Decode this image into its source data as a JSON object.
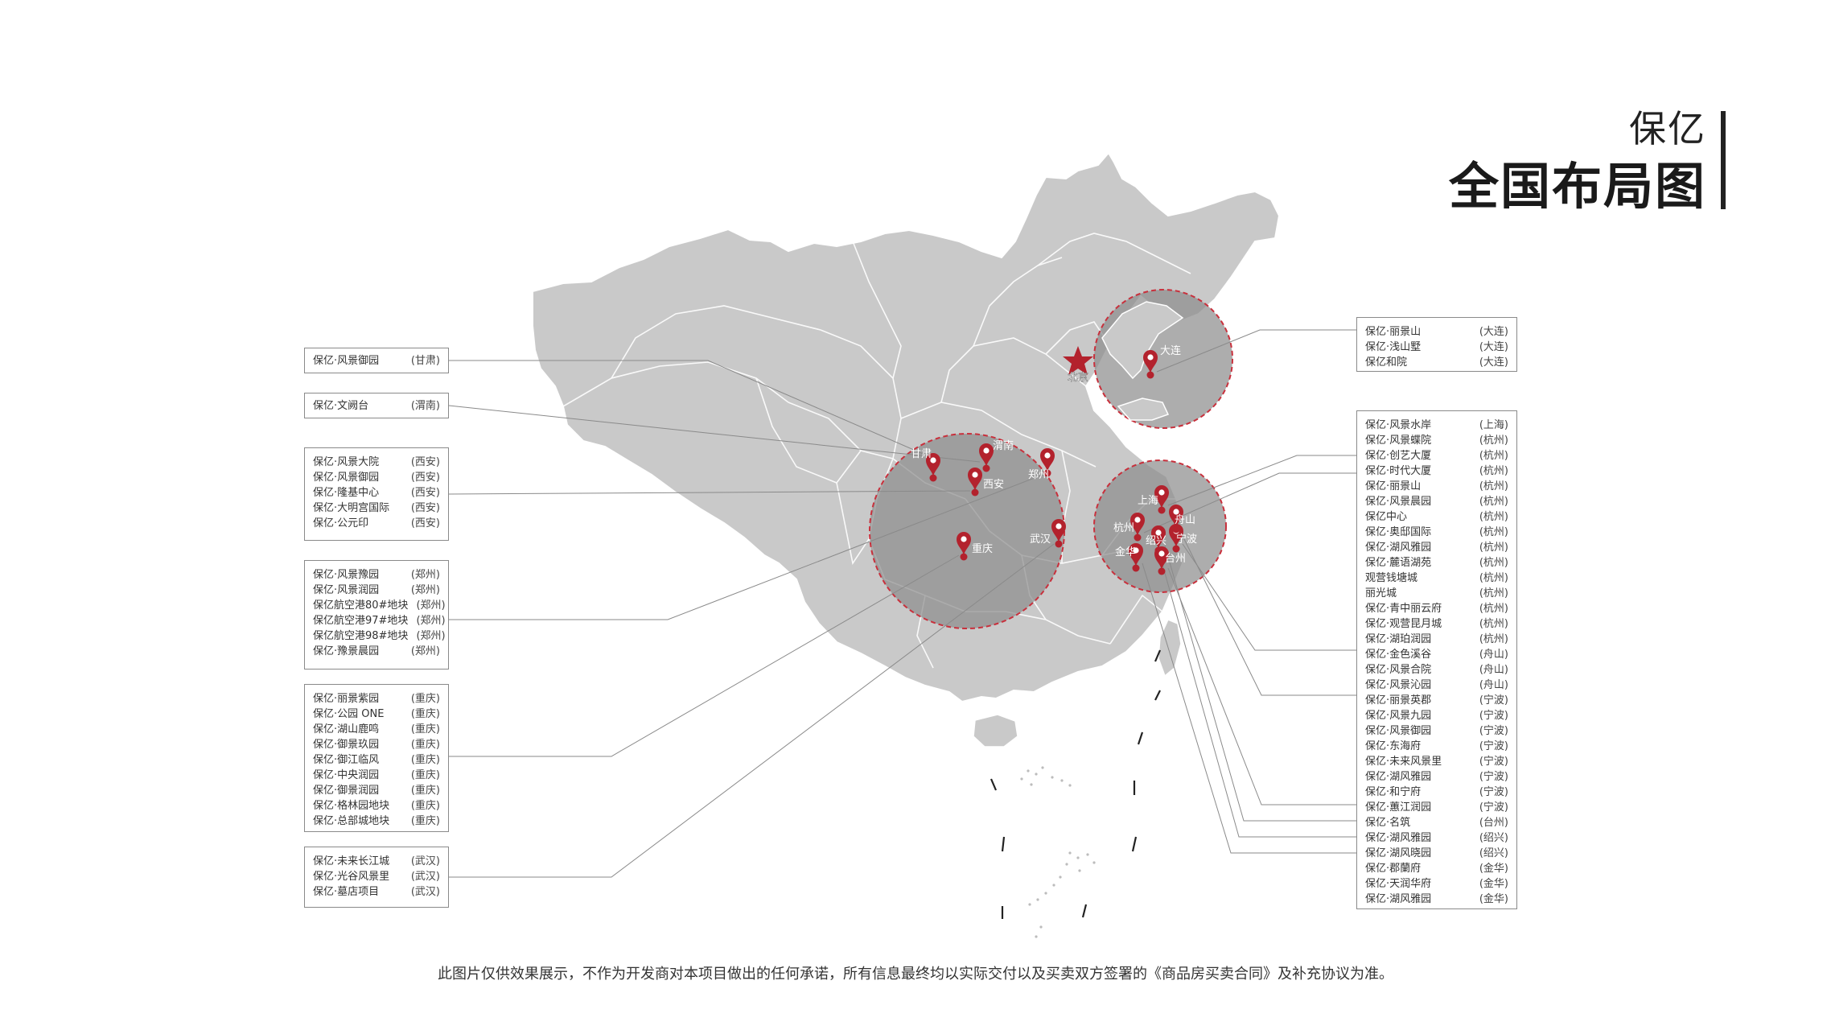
{
  "header": {
    "brand": "保亿",
    "title": "全国布局图"
  },
  "disclaimer": "此图片仅供效果展示，不作为开发商对本项目做出的任何承诺，所有信息最终均以实际交付以及买卖双方签署的《商品房买卖合同》及补充协议为准。",
  "colors": {
    "map_fill": "#c9c9c9",
    "map_stroke": "#ffffff",
    "circle_fill": "#8d8d8d",
    "circle_stroke": "#c8303c",
    "pin": "#b3222d",
    "star": "#b3222d"
  },
  "capital": {
    "name": "北京",
    "icon": "star-icon"
  },
  "cities": [
    {
      "id": "gansu",
      "name": "甘肃"
    },
    {
      "id": "weinan",
      "name": "渭南"
    },
    {
      "id": "xian",
      "name": "西安"
    },
    {
      "id": "zhengzhou",
      "name": "郑州"
    },
    {
      "id": "chongqing",
      "name": "重庆"
    },
    {
      "id": "wuhan",
      "name": "武汉"
    },
    {
      "id": "dalian",
      "name": "大连"
    },
    {
      "id": "shanghai",
      "name": "上海"
    },
    {
      "id": "hangzhou",
      "name": "杭州"
    },
    {
      "id": "shaoxing",
      "name": "绍兴"
    },
    {
      "id": "ningbo",
      "name": "宁波"
    },
    {
      "id": "zhoushan",
      "name": "舟山"
    },
    {
      "id": "jinhua",
      "name": "金华"
    },
    {
      "id": "taizhou",
      "name": "台州"
    }
  ],
  "boxes": [
    {
      "id": "gansu",
      "items": [
        {
          "name": "保亿·风景御园",
          "city": "(甘肃)"
        }
      ]
    },
    {
      "id": "weinan",
      "items": [
        {
          "name": "保亿·文阙台",
          "city": "(渭南)"
        }
      ]
    },
    {
      "id": "xian",
      "items": [
        {
          "name": "保亿·风景大院",
          "city": "(西安)"
        },
        {
          "name": "保亿·风景御园",
          "city": "(西安)"
        },
        {
          "name": "保亿·隆基中心",
          "city": "(西安)"
        },
        {
          "name": "保亿·大明宫国际",
          "city": "(西安)"
        },
        {
          "name": "保亿·公元印",
          "city": "(西安)"
        }
      ]
    },
    {
      "id": "zhengzhou",
      "items": [
        {
          "name": "保亿·风景豫园",
          "city": "(郑州)"
        },
        {
          "name": "保亿·风景润园",
          "city": "(郑州)"
        },
        {
          "name": "保亿航空港80#地块",
          "city": "(郑州)"
        },
        {
          "name": "保亿航空港97#地块",
          "city": "(郑州)"
        },
        {
          "name": "保亿航空港98#地块",
          "city": "(郑州)"
        },
        {
          "name": "保亿·豫景晨园",
          "city": "(郑州)"
        }
      ]
    },
    {
      "id": "chongqing",
      "items": [
        {
          "name": "保亿·丽景紫园",
          "city": "(重庆)"
        },
        {
          "name": "保亿·公园 ONE",
          "city": "(重庆)"
        },
        {
          "name": "保亿·湖山鹿鸣",
          "city": "(重庆)"
        },
        {
          "name": "保亿·御景玖园",
          "city": "(重庆)"
        },
        {
          "name": "保亿·御江临风",
          "city": "(重庆)"
        },
        {
          "name": "保亿·中央润园",
          "city": "(重庆)"
        },
        {
          "name": "保亿·御景润园",
          "city": "(重庆)"
        },
        {
          "name": "保亿·格林园地块",
          "city": "(重庆)"
        },
        {
          "name": "保亿·总部城地块",
          "city": "(重庆)"
        }
      ]
    },
    {
      "id": "wuhan",
      "items": [
        {
          "name": "保亿·未来长江城",
          "city": "(武汉)"
        },
        {
          "name": "保亿·光谷风景里",
          "city": "(武汉)"
        },
        {
          "name": "保亿·墓店项目",
          "city": "(武汉)"
        }
      ]
    },
    {
      "id": "dalian",
      "items": [
        {
          "name": "保亿·丽景山",
          "city": "(大连)"
        },
        {
          "name": "保亿·浅山墅",
          "city": "(大连)"
        },
        {
          "name": "保亿和院",
          "city": "(大连)"
        }
      ]
    },
    {
      "id": "east",
      "items": [
        {
          "name": "保亿·风景水岸",
          "city": "(上海)"
        },
        {
          "name": "保亿·风景蝶院",
          "city": "(杭州)"
        },
        {
          "name": "保亿·创艺大厦",
          "city": "(杭州)"
        },
        {
          "name": "保亿·时代大厦",
          "city": "(杭州)"
        },
        {
          "name": "保亿·丽景山",
          "city": "(杭州)"
        },
        {
          "name": "保亿·风景晨园",
          "city": "(杭州)"
        },
        {
          "name": "保亿中心",
          "city": "(杭州)"
        },
        {
          "name": "保亿·奥邸国际",
          "city": "(杭州)"
        },
        {
          "name": "保亿·湖风雅园",
          "city": "(杭州)"
        },
        {
          "name": "保亿·麓语湖苑",
          "city": "(杭州)"
        },
        {
          "name": "观营钱塘城",
          "city": "(杭州)"
        },
        {
          "name": "丽光城",
          "city": "(杭州)"
        },
        {
          "name": "保亿·青中丽云府",
          "city": "(杭州)"
        },
        {
          "name": "保亿·观营昆月城",
          "city": "(杭州)"
        },
        {
          "name": "保亿·湖珀润园",
          "city": "(杭州)"
        },
        {
          "name": "保亿·金色溪谷",
          "city": "(舟山)"
        },
        {
          "name": "保亿·风景合院",
          "city": "(舟山)"
        },
        {
          "name": "保亿·风景沁园",
          "city": "(舟山)"
        },
        {
          "name": "保亿·丽景英郡",
          "city": "(宁波)"
        },
        {
          "name": "保亿·风景九园",
          "city": "(宁波)"
        },
        {
          "name": "保亿·风景御园",
          "city": "(宁波)"
        },
        {
          "name": "保亿·东海府",
          "city": "(宁波)"
        },
        {
          "name": "保亿·未来风景里",
          "city": "(宁波)"
        },
        {
          "name": "保亿·湖风雅园",
          "city": "(宁波)"
        },
        {
          "name": "保亿·和宁府",
          "city": "(宁波)"
        },
        {
          "name": "保亿·蕙江润园",
          "city": "(宁波)"
        },
        {
          "name": "保亿·名筑",
          "city": "(台州)"
        },
        {
          "name": "保亿·湖风雅园",
          "city": "(绍兴)"
        },
        {
          "name": "保亿·湖风晓园",
          "city": "(绍兴)"
        },
        {
          "name": "保亿·郡蘭府",
          "city": "(金华)"
        },
        {
          "name": "保亿·天润华府",
          "city": "(金华)"
        },
        {
          "name": "保亿·湖风雅园",
          "city": "(金华)"
        }
      ]
    }
  ]
}
